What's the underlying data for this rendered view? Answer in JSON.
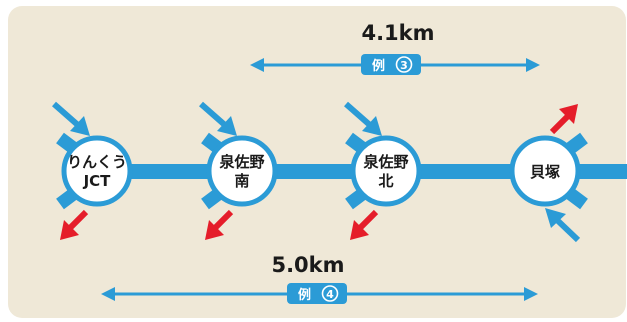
{
  "colors": {
    "background": "#efe8d7",
    "road": "#2b9bd6",
    "node_border": "#2b9bd6",
    "node_fill": "#ffffff",
    "in_arrow": "#2b9bd6",
    "out_arrow": "#e51d2a",
    "badge": "#2b9bd6"
  },
  "interchanges": [
    {
      "id": "rinku-jct",
      "lines": [
        "りんくう",
        "JCT"
      ]
    },
    {
      "id": "izumisano-minami",
      "lines": [
        "泉佐野",
        "南"
      ]
    },
    {
      "id": "izumisano-kita",
      "lines": [
        "泉佐野",
        "北"
      ]
    },
    {
      "id": "kaizuka",
      "lines": [
        "貝塚"
      ]
    }
  ],
  "distances": [
    {
      "id": "top",
      "value": "4.1km",
      "example_label": "例",
      "example_number": "3"
    },
    {
      "id": "bottom",
      "value": "5.0km",
      "example_label": "例",
      "example_number": "4"
    }
  ]
}
